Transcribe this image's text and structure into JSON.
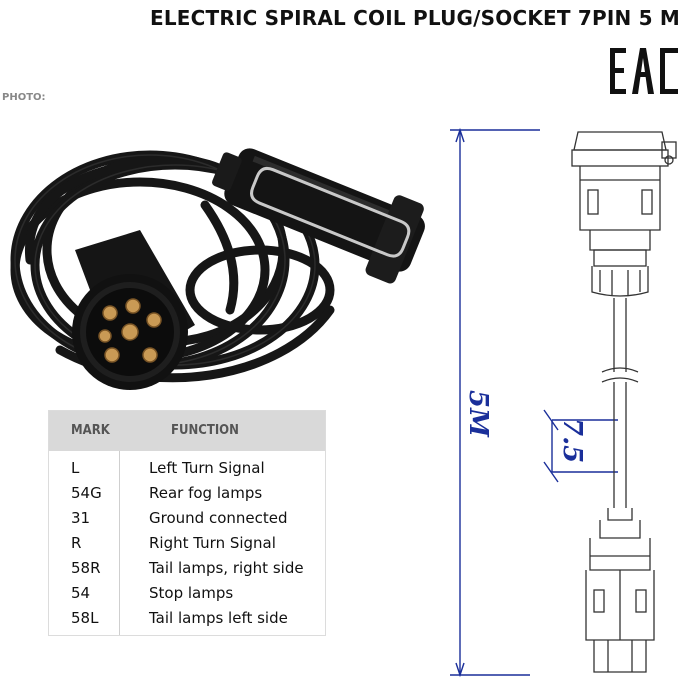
{
  "title": "ELECTRIC SPIRAL COIL PLUG/SOCKET 7PIN 5 M",
  "certification_mark": "EAC",
  "photo_label": "PHOTO:",
  "table": {
    "headers": {
      "mark": "MARK",
      "function": "FUNCTION"
    },
    "rows": [
      {
        "mark": "L",
        "function": "Left Turn Signal"
      },
      {
        "mark": "54G",
        "function": "Rear fog lamps"
      },
      {
        "mark": "31",
        "function": "Ground connected"
      },
      {
        "mark": "R",
        "function": "Right Turn Signal"
      },
      {
        "mark": "58R",
        "function": "Tail lamps, right side"
      },
      {
        "mark": "54",
        "function": "Stop lamps"
      },
      {
        "mark": "58L",
        "function": "Tail lamps left side"
      }
    ]
  },
  "diagram": {
    "length_label": "5M",
    "diameter_label": "7.5",
    "dimension_color": "#1a2f9a"
  }
}
